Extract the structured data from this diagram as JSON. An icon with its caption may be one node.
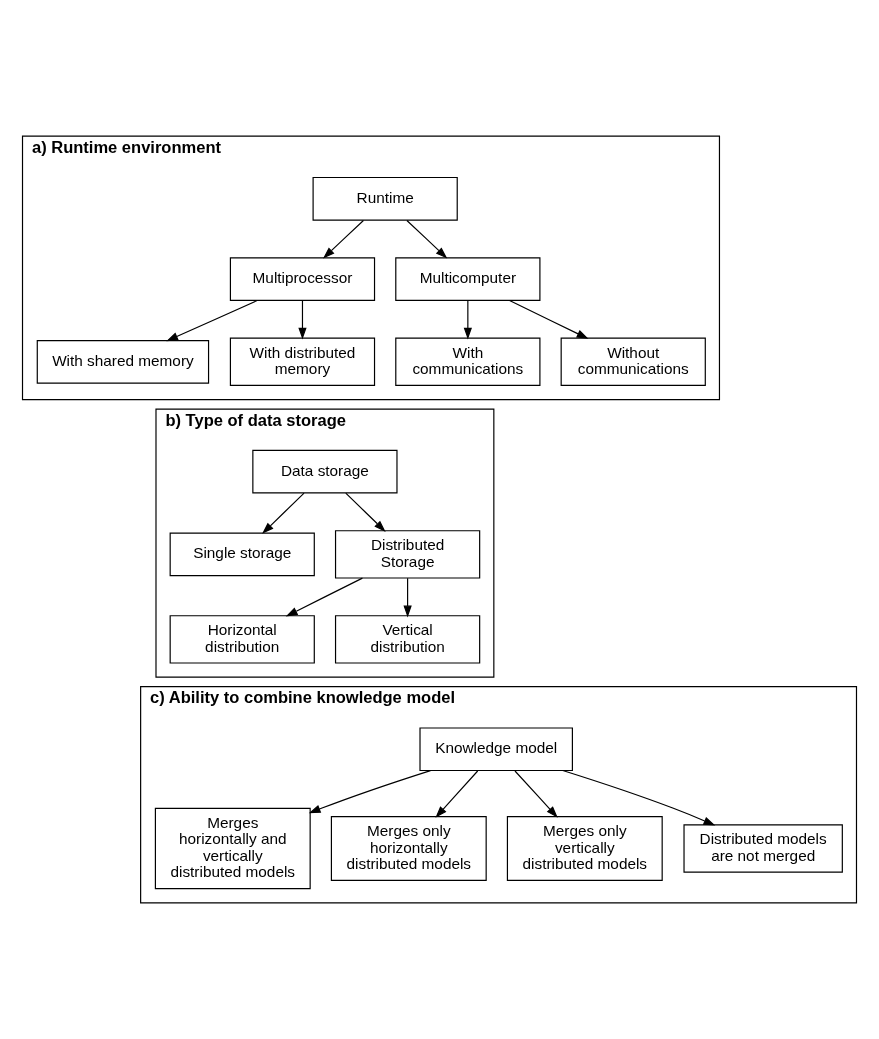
{
  "diagram": {
    "nodes": [
      {
        "text": [
          "a) Runtime environment"
        ]
      },
      {
        "text": [
          "Runtime"
        ],
        "in": 0
      },
      {
        "text": [
          "Multiprocessor"
        ],
        "in": 0
      },
      {
        "text": [
          "Multicomputer"
        ],
        "in": 0
      },
      {
        "text": [
          "With shared memory"
        ],
        "in": 0
      },
      {
        "text": [
          "With distributed memory"
        ],
        "in": 0
      },
      {
        "text": [
          "With communications"
        ],
        "in": 0
      },
      {
        "text": [
          "Without communications"
        ],
        "in": 0
      },
      {
        "text": [
          "b) Type of data storage"
        ]
      },
      {
        "text": [
          "Data storage"
        ],
        "in": 8
      },
      {
        "text": [
          "Single storage"
        ],
        "in": 8
      },
      {
        "text": [
          "Distributed Storage"
        ],
        "in": 8
      },
      {
        "text": [
          "Horizontal distribution"
        ],
        "in": 8
      },
      {
        "text": [
          "Vertical distribution"
        ],
        "in": 8
      },
      {
        "text": [
          "c) Ability to combine knowledge model"
        ]
      },
      {
        "text": [
          "Knowledge model"
        ],
        "in": 14
      },
      {
        "text": [
          "Merges horizontally and vertically distributed models"
        ],
        "in": 14
      },
      {
        "text": [
          "Merges only horizontally distributed models"
        ],
        "in": 14
      },
      {
        "text": [
          "Merges only vertically distributed models"
        ],
        "in": 14
      },
      {
        "text": [
          "Distributed models are not merged"
        ],
        "in": 14
      }
    ],
    "edges": [
      {
        "from": 1,
        "to": 2,
        "arrow": "to"
      },
      {
        "from": 1,
        "to": 3,
        "arrow": "to"
      },
      {
        "from": 2,
        "to": 4,
        "arrow": "to"
      },
      {
        "from": 2,
        "to": 5,
        "arrow": "to"
      },
      {
        "from": 3,
        "to": 6,
        "arrow": "to"
      },
      {
        "from": 3,
        "to": 7,
        "arrow": "to"
      },
      {
        "from": 9,
        "to": 10,
        "arrow": "to"
      },
      {
        "from": 9,
        "to": 11,
        "arrow": "to"
      },
      {
        "from": 11,
        "to": 12,
        "arrow": "to"
      },
      {
        "from": 11,
        "to": 13,
        "arrow": "to"
      },
      {
        "from": 15,
        "to": 16,
        "arrow": "to"
      },
      {
        "from": 15,
        "to": 17,
        "arrow": "to"
      },
      {
        "from": 15,
        "to": 18,
        "arrow": "to"
      },
      {
        "from": 15,
        "to": 19,
        "arrow": "to"
      }
    ]
  }
}
